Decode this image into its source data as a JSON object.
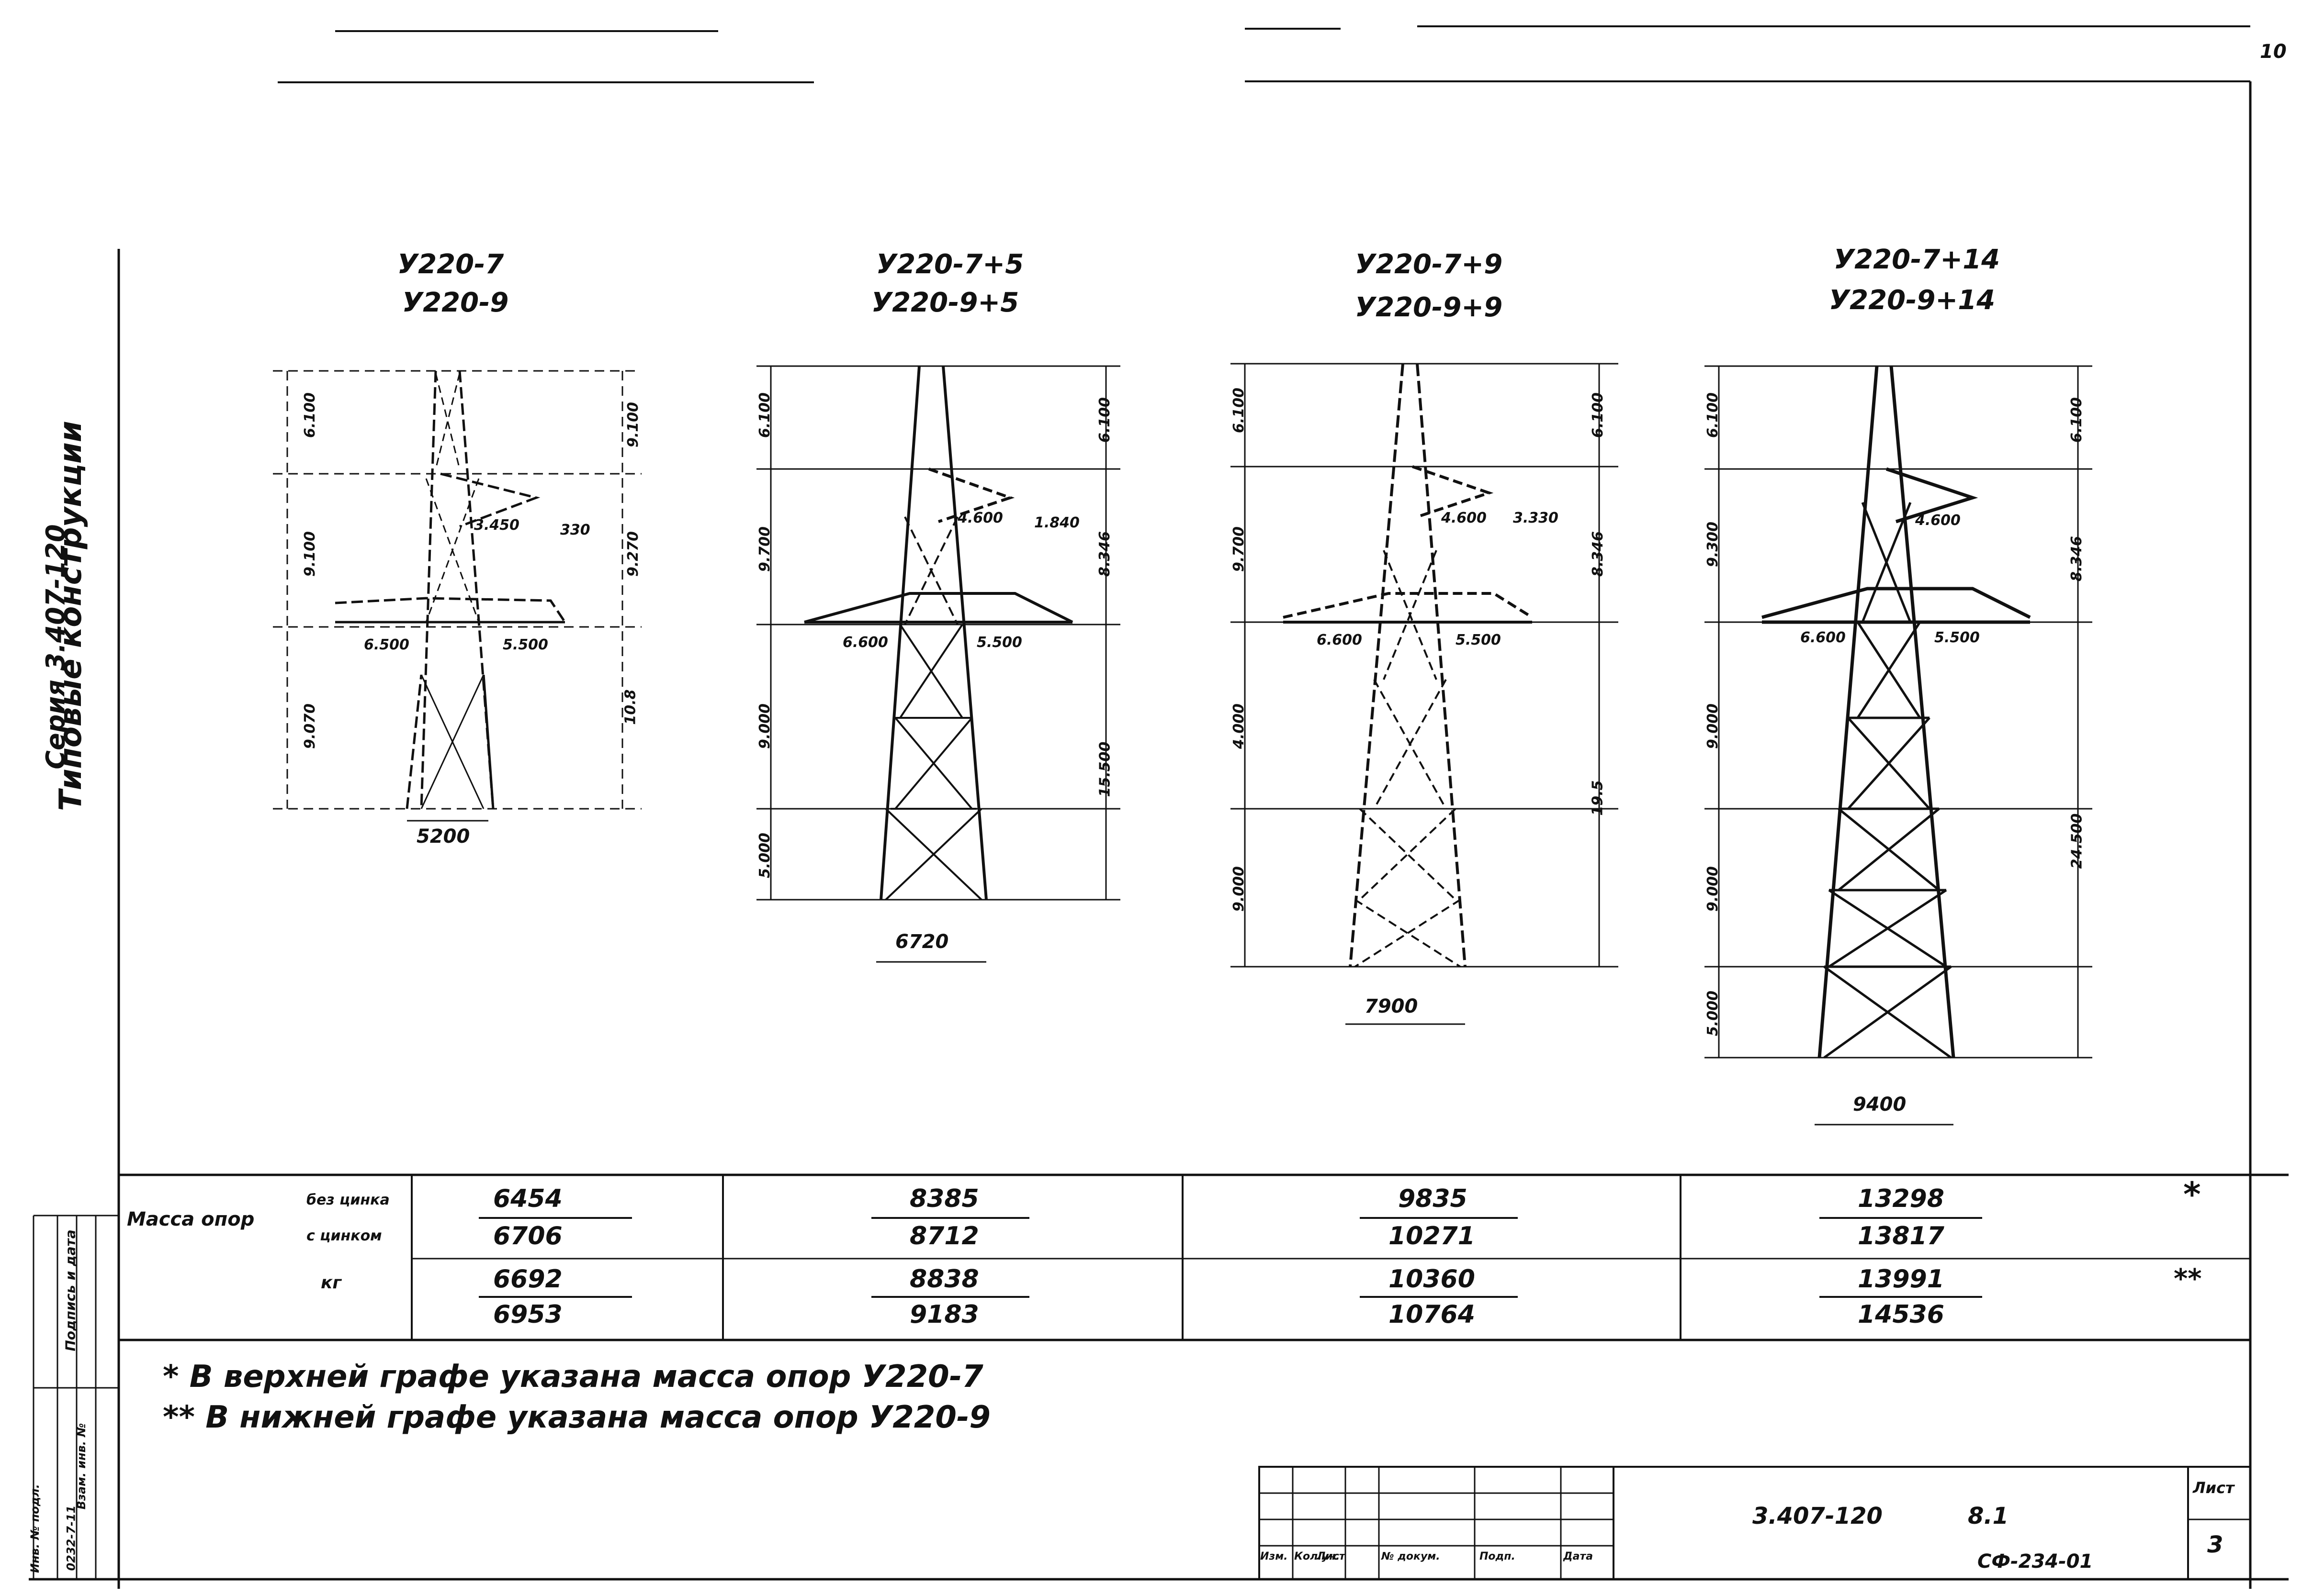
{
  "page_number": "10",
  "side_title": {
    "line1": "Типовые конструкции",
    "line2": "Серия 3.407-120"
  },
  "towers": [
    {
      "title_top": "У220-7",
      "title_bottom": "У220-9",
      "base_width": "5200"
    },
    {
      "title_top": "У220-7+5",
      "title_bottom": "У220-9+5",
      "base_width": "6720"
    },
    {
      "title_top": "У220-7+9",
      "title_bottom": "У220-9+9",
      "base_width": "7900"
    },
    {
      "title_top": "У220-7+14",
      "title_bottom": "У220-9+14",
      "base_width": "9400"
    }
  ],
  "dimensions": {
    "t1": {
      "top": "6.100",
      "mid": "9.100",
      "low": "9.070",
      "right_top": "9.100",
      "right_mid": "9.270",
      "right_low": "10.8",
      "arm_upper": "3.450",
      "arm_upper2": "330",
      "arm_left": "6.500",
      "arm_right": "5.500"
    },
    "t2": {
      "top": "6.100",
      "mid": "9.700",
      "low": "9.000",
      "low2": "5.000",
      "right_top": "6.100",
      "right_mid": "8.346",
      "right_low": "15.500",
      "arm_upper": "4.600",
      "arm_upper2": "1.840",
      "arm_left": "6.600",
      "arm_right": "5.500"
    },
    "t3": {
      "top": "6.100",
      "mid": "9.700",
      "low": "4.000",
      "low2": "9.000",
      "right_top": "6.100",
      "right_mid": "8.346",
      "right_low": "19.5",
      "arm_upper": "4.600",
      "arm_upper2": "3.330",
      "arm_left": "6.600",
      "arm_right": "5.500"
    },
    "t4": {
      "top": "6.100",
      "mid": "9.300",
      "low": "9.000",
      "low2": "9.000",
      "low3": "5.000",
      "right_top": "6.100",
      "right_mid": "8.346",
      "right_low": "24.500",
      "arm_upper": "4.600",
      "arm_left": "6.600",
      "arm_right": "5.500"
    }
  },
  "mass_table": {
    "row_label": "Масса опор",
    "sub_label1": "без цинка",
    "sub_label2": "с цинком",
    "unit": "кг",
    "columns": [
      {
        "upper_top": "6454",
        "upper_bottom": "6706",
        "lower_top": "6692",
        "lower_bottom": "6953"
      },
      {
        "upper_top": "8385",
        "upper_bottom": "8712",
        "lower_top": "8838",
        "lower_bottom": "9183"
      },
      {
        "upper_top": "9835",
        "upper_bottom": "10271",
        "lower_top": "10360",
        "lower_bottom": "10764"
      },
      {
        "upper_top": "13298",
        "upper_bottom": "13817",
        "lower_top": "13991",
        "lower_bottom": "14536"
      }
    ],
    "star1": "*",
    "star2": "**"
  },
  "notes": [
    {
      "mark": "*",
      "text": "В верхней графе указана масса опор У220-7"
    },
    {
      "mark": "**",
      "text": "В нижней графе указана масса опор У220-9"
    }
  ],
  "stamp": {
    "col_labels": [
      "Изм.",
      "Кол.уч.",
      "Лист",
      "№ докум.",
      "Подп.",
      "Дата"
    ],
    "code": "3.407-120",
    "part": "8.1",
    "sheet_label": "Лист",
    "sheet": "3",
    "format": "СФ-234-01"
  },
  "left_margin": {
    "label1": "Подпись и дата",
    "label2": "Взам. инв. №",
    "label3": "Инв. № подл.",
    "inv_no": "0232-7-11"
  }
}
